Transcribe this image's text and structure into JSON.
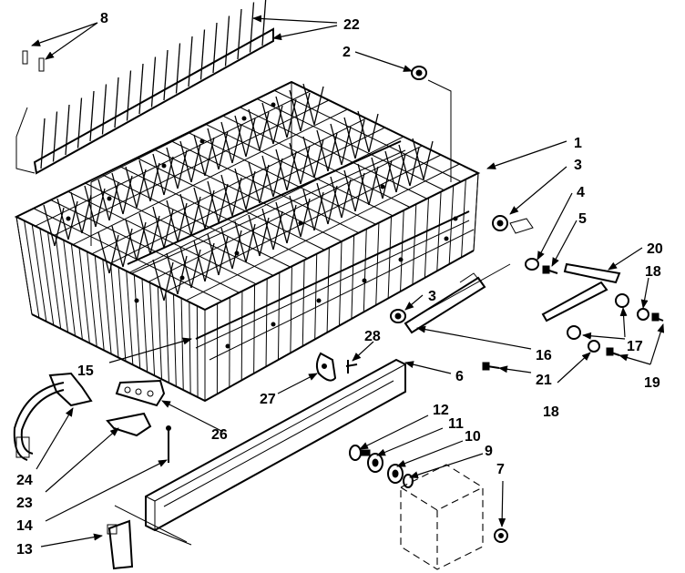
{
  "diagram": {
    "callouts": [
      "8",
      "22",
      "2",
      "1",
      "3",
      "4",
      "5",
      "20",
      "18",
      "17",
      "19",
      "16",
      "21",
      "3",
      "28",
      "6",
      "15",
      "27",
      "26",
      "12",
      "11",
      "10",
      "9",
      "7",
      "24",
      "23",
      "14",
      "13",
      "18"
    ],
    "colors": {
      "ink": "#000000",
      "paper": "#ffffff"
    }
  }
}
